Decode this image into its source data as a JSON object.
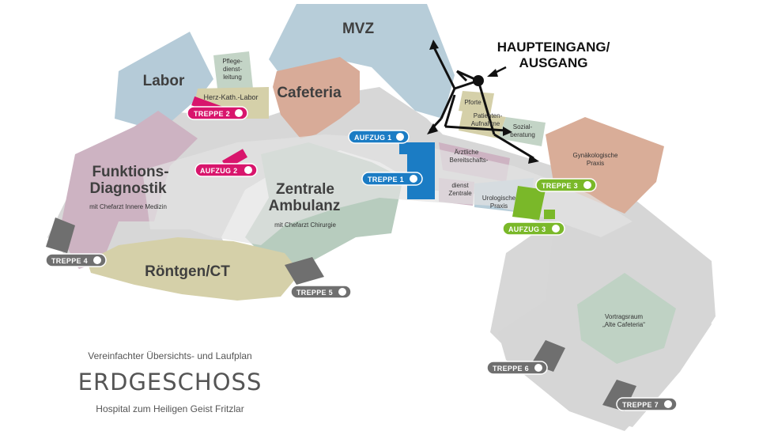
{
  "entrance": {
    "line1": "HAUPTEINGANG/",
    "line2": "AUSGANG"
  },
  "areas": {
    "mvz": "MVZ",
    "labor": "Labor",
    "pflegedienstleitung": [
      "Pflege-",
      "dienst-",
      "leitung"
    ],
    "herz_kath_labor": "Herz-Kath.-Labor",
    "cafeteria": "Cafeteria",
    "pforte": "Pforte",
    "patienten_aufnahme": [
      "Patienten-",
      "Aufnahme"
    ],
    "sozialberatung": [
      "Sozial-",
      "beratung"
    ],
    "gynaekologische_praxis": [
      "Gynäkologische",
      "Praxis"
    ],
    "funktionsdiagnostik": [
      "Funktions-",
      "Diagnostik"
    ],
    "funktionsdiagnostik_sub": "mit Chefarzt Innere Medizin",
    "zentrale_ambulanz": [
      "Zentrale",
      "Ambulanz"
    ],
    "zentrale_ambulanz_sub": "mit Chefarzt Chirurgie",
    "aerztlicher_dienst": [
      "Ärztliche",
      "Bereitschafts-"
    ],
    "dienst_zentrale": [
      "dienst",
      "Zentrale"
    ],
    "urologische_praxis": [
      "Urologische",
      "Praxis"
    ],
    "roentgen": "Röntgen/CT",
    "vortragsraum": [
      "Vortragsraum",
      "„Alte Cafeteria“"
    ]
  },
  "badges": {
    "treppe1": "TREPPE 1",
    "treppe2": "TREPPE 2",
    "treppe3": "TREPPE 3",
    "treppe4": "TREPPE 4",
    "treppe5": "TREPPE 5",
    "treppe6": "TREPPE 6",
    "treppe7": "TREPPE 7",
    "aufzug1": "AUFZUG 1",
    "aufzug2": "AUFZUG 2",
    "aufzug3": "AUFZUG 3"
  },
  "colors": {
    "corridor": "#d7d7d7",
    "mvz": "#b7cdd9",
    "labor": "#b5cbd8",
    "cafeteria": "#d8ab98",
    "pflege": "#c3d4c6",
    "funktion": "#cdb3c2",
    "ambulanz": "#b7ccbe",
    "roentgen": "#d5d0a9",
    "gyn": "#d9ad98",
    "pforte": "#d5d0a9",
    "vortrag": "#bfd2c4",
    "treppe_gray": "#6f6f6f",
    "treppe2_pink": "#d8156c",
    "aufzug1_blue": "#1b7cc4",
    "aufzug3_green": "#7ab829"
  },
  "footer": {
    "subtitle": "Vereinfachter Übersichts- und Laufplan",
    "title": "ERDGESCHOSS",
    "hospital": "Hospital zum Heiligen Geist Fritzlar"
  }
}
